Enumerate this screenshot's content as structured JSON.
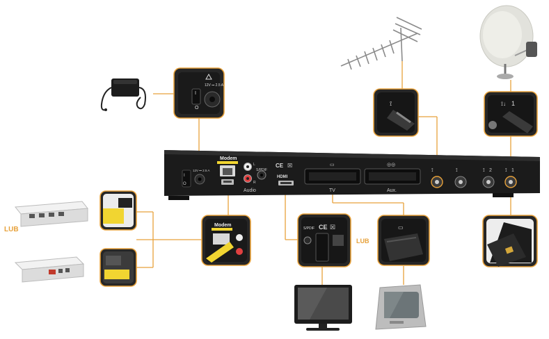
{
  "colors": {
    "accent": "#e7a13a",
    "device_body": "#1b1b1b",
    "port_yellow": "#f1d531",
    "callout_bg": "#262626"
  },
  "device": {
    "modem_label": "Modem",
    "audio_label": "Audio",
    "spdif_label": "S/PDIF",
    "audio_l": "L",
    "audio_r": "R",
    "power_rating": "12V ⎓ 2.5 A",
    "hdmi_label": "HDMI",
    "ce_mark": "CE",
    "tv_label": "TV",
    "aux_label": "Aux.",
    "sat_in_2": "2",
    "sat_in_1": "1"
  },
  "labels": {
    "lub_left": "LUB",
    "lub_center": "LUB"
  },
  "callouts": {
    "power": {
      "rating": "12V ⎓ 2.5 A",
      "switch_on": "I",
      "switch_off": "O"
    },
    "modem_zoom": {
      "title": "Modem"
    },
    "hdmi_zoom": {
      "spdif": "S/PDIF",
      "ce": "CE"
    },
    "satellite_zoom": {
      "port_number": "1"
    }
  },
  "icons": [
    "power-adapter-icon",
    "terrestrial-antenna-icon",
    "satellite-dish-icon",
    "flat-tv-icon",
    "crt-tv-icon",
    "modem-router-icon",
    "smartcard-icon"
  ]
}
